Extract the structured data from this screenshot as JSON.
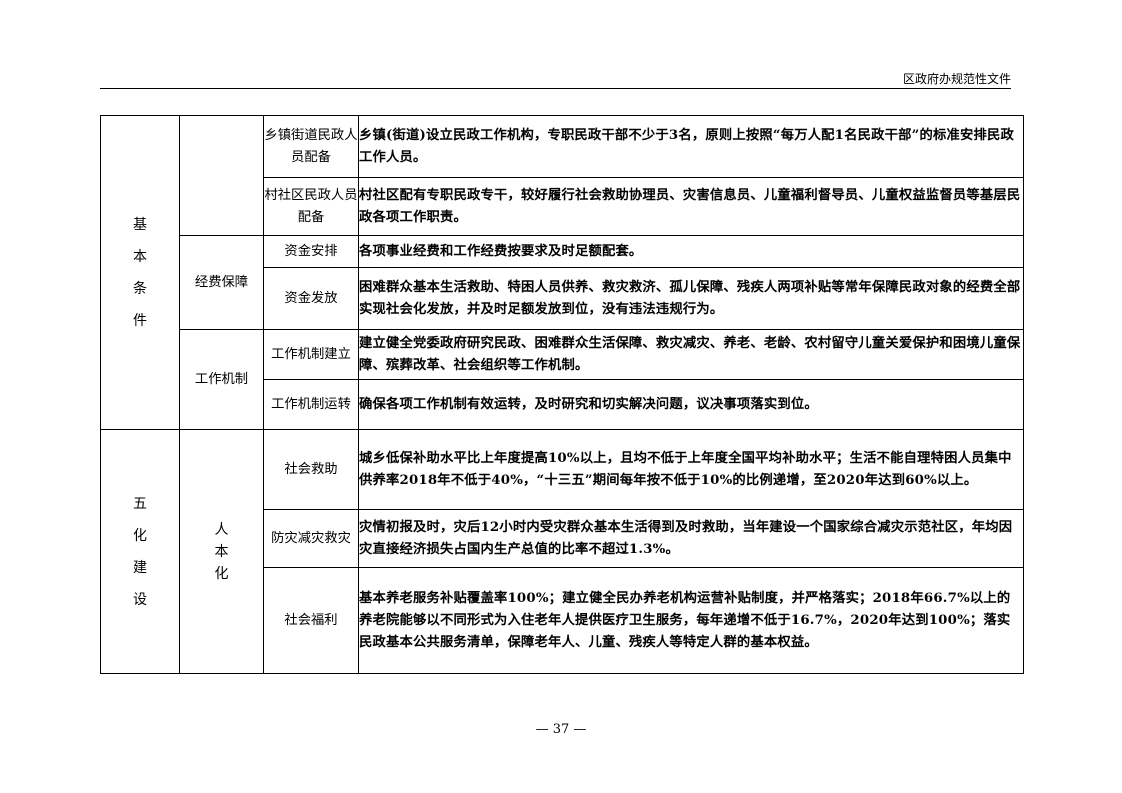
{
  "header": {
    "text": "区政府办规范性文件"
  },
  "page_number": "— 37 —",
  "sections": [
    {
      "title_chars": [
        "基",
        "本",
        "条",
        "件"
      ],
      "groups": [
        {
          "name": "",
          "items": [
            {
              "label": "乡镇街道民政人员配备",
              "text": "乡镇(街道)设立民政工作机构，专职民政干部不少于3名，原则上按照“每万人配1名民政干部”的标准安排民政工作人员。"
            },
            {
              "label": "村社区民政人员配备",
              "text": "村社区配有专职民政专干，较好履行社会救助协理员、灾害信息员、儿童福利督导员、儿童权益监督员等基层民政各项工作职责。"
            }
          ]
        },
        {
          "name": "经费保障",
          "items": [
            {
              "label": "资金安排",
              "text": "各项事业经费和工作经费按要求及时足额配套。"
            },
            {
              "label": "资金发放",
              "text": "困难群众基本生活救助、特困人员供养、救灾救济、孤儿保障、残疾人两项补贴等常年保障民政对象的经费全部实现社会化发放，并及时足额发放到位，没有违法违规行为。"
            }
          ]
        },
        {
          "name": "工作机制",
          "items": [
            {
              "label": "工作机制建立",
              "text": "建立健全党委政府研究民政、困难群众生活保障、救灾减灾、养老、老龄、农村留守儿童关爱保护和困境儿童保障、殡葬改革、社会组织等工作机制。"
            },
            {
              "label": "工作机制运转",
              "text": "确保各项工作机制有效运转，及时研究和切实解决问题，议决事项落实到位。"
            }
          ]
        }
      ]
    },
    {
      "title_chars": [
        "五",
        "化",
        "建",
        "设"
      ],
      "groups": [
        {
          "name": "人本化",
          "items": [
            {
              "label": "社会救助",
              "text": "城乡低保补助水平比上年度提高10%以上，且均不低于上年度全国平均补助水平；生活不能自理特困人员集中供养率2018年不低于40%，“十三五”期间每年按不低于10%的比例递增，至2020年达到60%以上。"
            },
            {
              "label": "防灾减灾救灾",
              "text": "灾情初报及时，灾后12小时内受灾群众基本生活得到及时救助，当年建设一个国家综合减灾示范社区，年均因灾直接经济损失占国内生产总值的比率不超过1.3%。"
            },
            {
              "label": "社会福利",
              "text": "基本养老服务补贴覆盖率100%；建立健全民办养老机构运营补贴制度，并严格落实；2018年66.7%以上的养老院能够以不同形式为入住老年人提供医疗卫生服务，每年递增不低于16.7%，2020年达到100%；落实民政基本公共服务清单，保障老年人、儿童、残疾人等特定人群的基本权益。"
            }
          ]
        }
      ]
    }
  ]
}
